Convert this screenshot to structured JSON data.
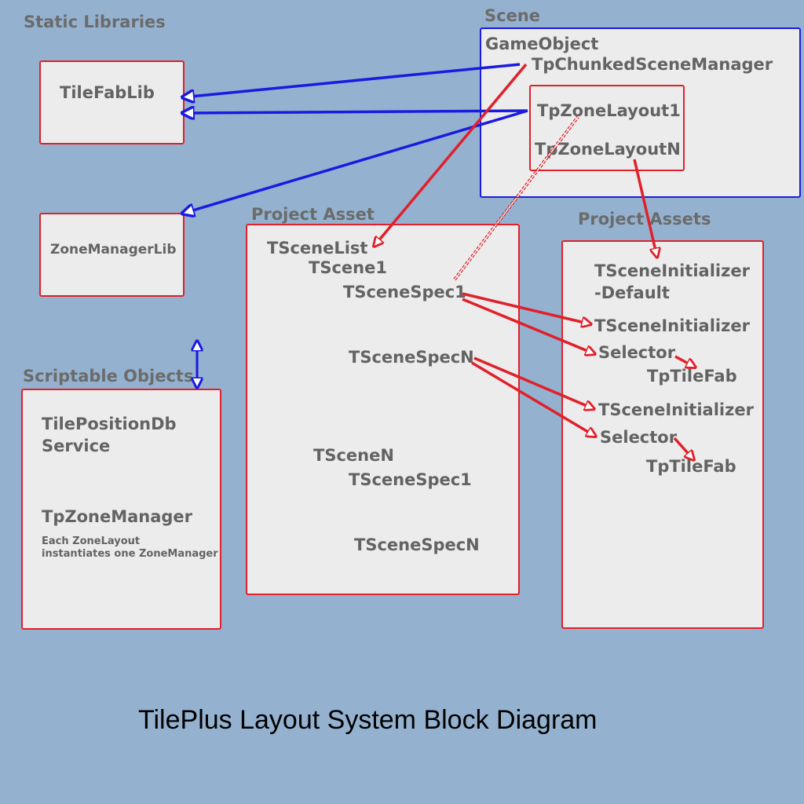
{
  "title": "TilePlus Layout System Block Diagram",
  "sections": {
    "static_libraries": "Static Libraries",
    "scriptable_objects": "Scriptable Objects",
    "scene": "Scene",
    "project_asset": "Project Asset",
    "project_assets": "Project Assets"
  },
  "static_libraries": {
    "tilefablib": "TileFabLib",
    "zonemanagerlib": "ZoneManagerLib"
  },
  "scriptable_objects": {
    "tileposition_line1": "TilePositionDb",
    "tileposition_line2": "Service",
    "tpzonemanager": "TpZoneManager",
    "note_line1": "Each ZoneLayout",
    "note_line2": "instantiates one ZoneManager"
  },
  "scene": {
    "gameobject": "GameObject",
    "chunked_manager": "TpChunkedSceneManager",
    "zone_layout_1": "TpZoneLayout1",
    "zone_layout_n": "TpZoneLayoutN"
  },
  "project_asset": {
    "scene_list": "TSceneList",
    "scene_1": "TScene1",
    "scene_1_spec_1": "TSceneSpec1",
    "scene_1_spec_n": "TSceneSpecN",
    "scene_n": "TSceneN",
    "scene_n_spec_1": "TSceneSpec1",
    "scene_n_spec_n": "TSceneSpecN"
  },
  "project_assets": {
    "initializer_default_line1": "TSceneInitializer",
    "initializer_default_line2": "-Default",
    "initializer_1": "TSceneInitializer",
    "selector_1": "Selector",
    "tiletab_1": "TpTileFab",
    "initializer_2": "TSceneInitializer",
    "selector_2": "Selector",
    "tiletab_2": "TpTileFab"
  },
  "colors": {
    "background": "#94b2cf",
    "box_fill": "#ececec",
    "red": "#e0202a",
    "blue": "#1a1ae0",
    "label_gray": "#636363"
  }
}
